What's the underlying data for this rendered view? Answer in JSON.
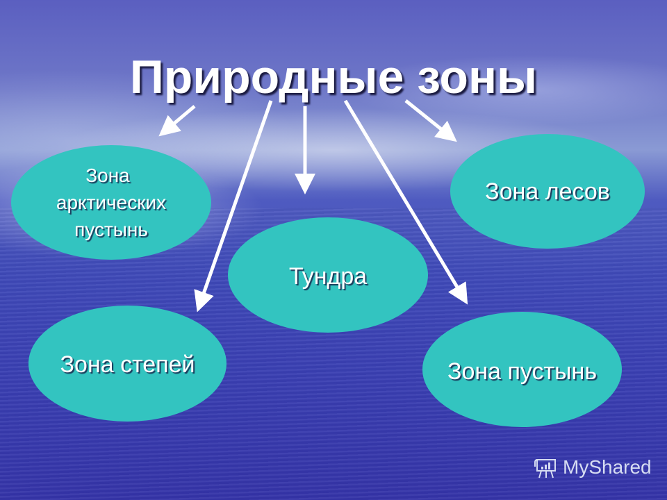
{
  "title": "Природные зоны",
  "zones": {
    "arctic": {
      "label": "Зона арктических пустынь",
      "lines": [
        "Зона",
        "арктических",
        "пустынь"
      ]
    },
    "forests": {
      "label": "Зона лесов"
    },
    "tundra": {
      "label": "Тундра"
    },
    "steppes": {
      "label": "Зона степей"
    },
    "deserts": {
      "label": "Зона пустынь"
    }
  },
  "colors": {
    "ellipse_fill": "#33c4c0",
    "text": "#ffffff",
    "background": "#3f4ab8"
  },
  "watermark": {
    "text": "MyShared",
    "icon": "presentation-board-icon"
  }
}
